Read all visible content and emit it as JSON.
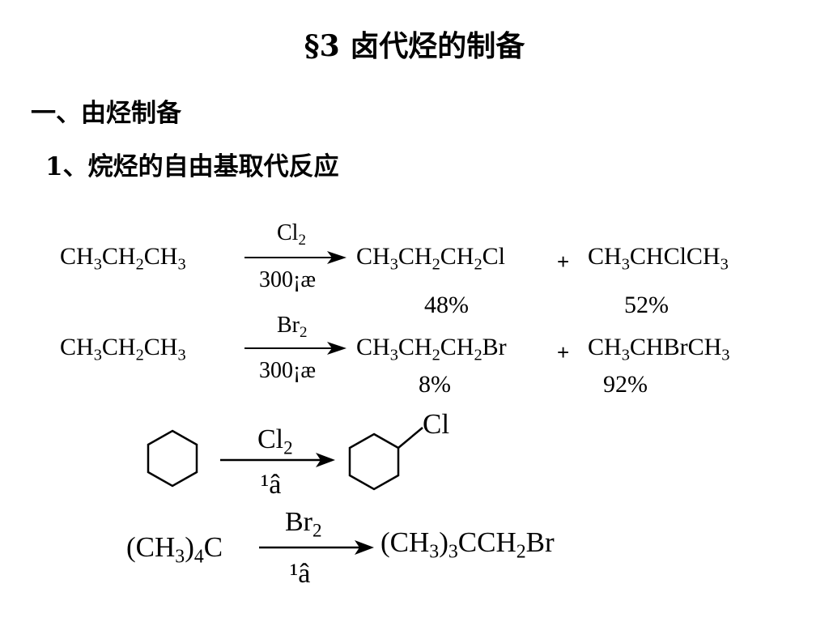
{
  "slide": {
    "title": "§3  卤代烃的制备",
    "section": "一、由烃制备",
    "subsection": "1、烷烃的自由基取代反应"
  },
  "reactions": [
    {
      "reactant": [
        "CH",
        "3",
        "CH",
        "2",
        "CH",
        "3"
      ],
      "reagent": [
        "Cl",
        "2"
      ],
      "condition": "300¡æ",
      "product1": [
        "CH",
        "3",
        "CH",
        "2",
        "CH",
        "2",
        "Cl"
      ],
      "plus": "+",
      "product2": [
        "CH",
        "3",
        "CHClCH",
        "3"
      ],
      "yield1": "48%",
      "yield2": "52%"
    },
    {
      "reactant": [
        "CH",
        "3",
        "CH",
        "2",
        "CH",
        "3"
      ],
      "reagent": [
        "Br",
        "2"
      ],
      "condition": "300¡æ",
      "product1": [
        "CH",
        "3",
        "CH",
        "2",
        "CH",
        "2",
        "Br"
      ],
      "plus": "+",
      "product2": [
        "CH",
        "3",
        "CHBrCH",
        "3"
      ],
      "yield1": "8%",
      "yield2": "92%"
    },
    {
      "reactant_structure": "cyclohexane",
      "reagent": [
        "Cl",
        "2"
      ],
      "condition": "¹â",
      "product_structure": "chlorocyclohexane",
      "substituent": "Cl"
    },
    {
      "reactant": [
        "(CH",
        "3",
        ")",
        "4",
        "C"
      ],
      "reagent": [
        "Br",
        "2"
      ],
      "condition": "¹â",
      "product": [
        "(CH",
        "3",
        ")",
        "3",
        "CCH",
        "2",
        "Br"
      ]
    }
  ]
}
